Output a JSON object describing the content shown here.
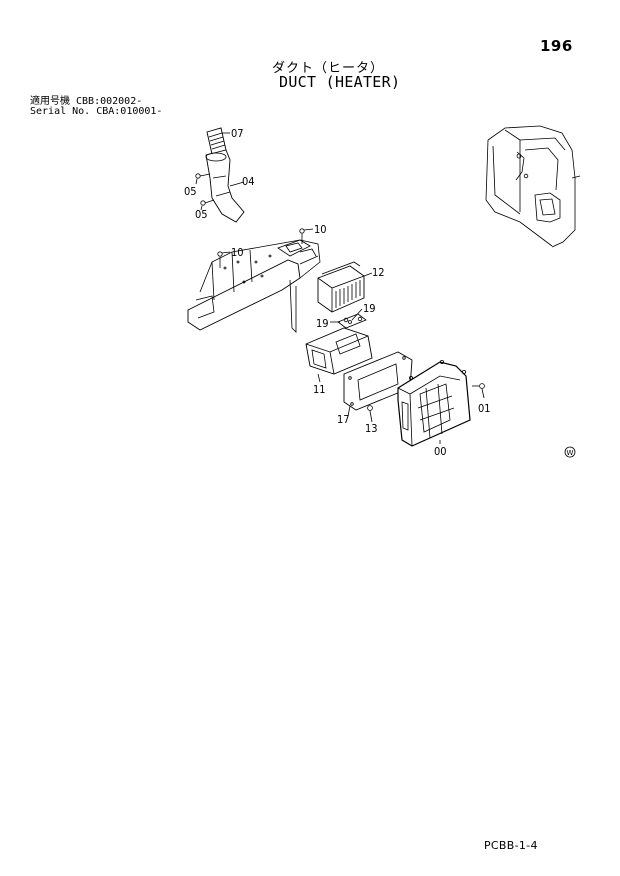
{
  "page_number": "196",
  "title_jp": "ダクト（ヒータ）",
  "title_en": "DUCT (HEATER)",
  "serial_lines": [
    "適用号機 CBB:002002-",
    "Serial No. CBA:010001-"
  ],
  "footer_code": "PCBB-1-4",
  "callouts": {
    "c07": "07",
    "c04": "04",
    "c05a": "05",
    "c05b": "05",
    "c10a": "10",
    "c10b": "10",
    "c12": "12",
    "c19a": "19",
    "c19b": "19",
    "c11": "11",
    "c17": "17",
    "c13": "13",
    "c00": "00",
    "c01": "01"
  },
  "marker": "W"
}
